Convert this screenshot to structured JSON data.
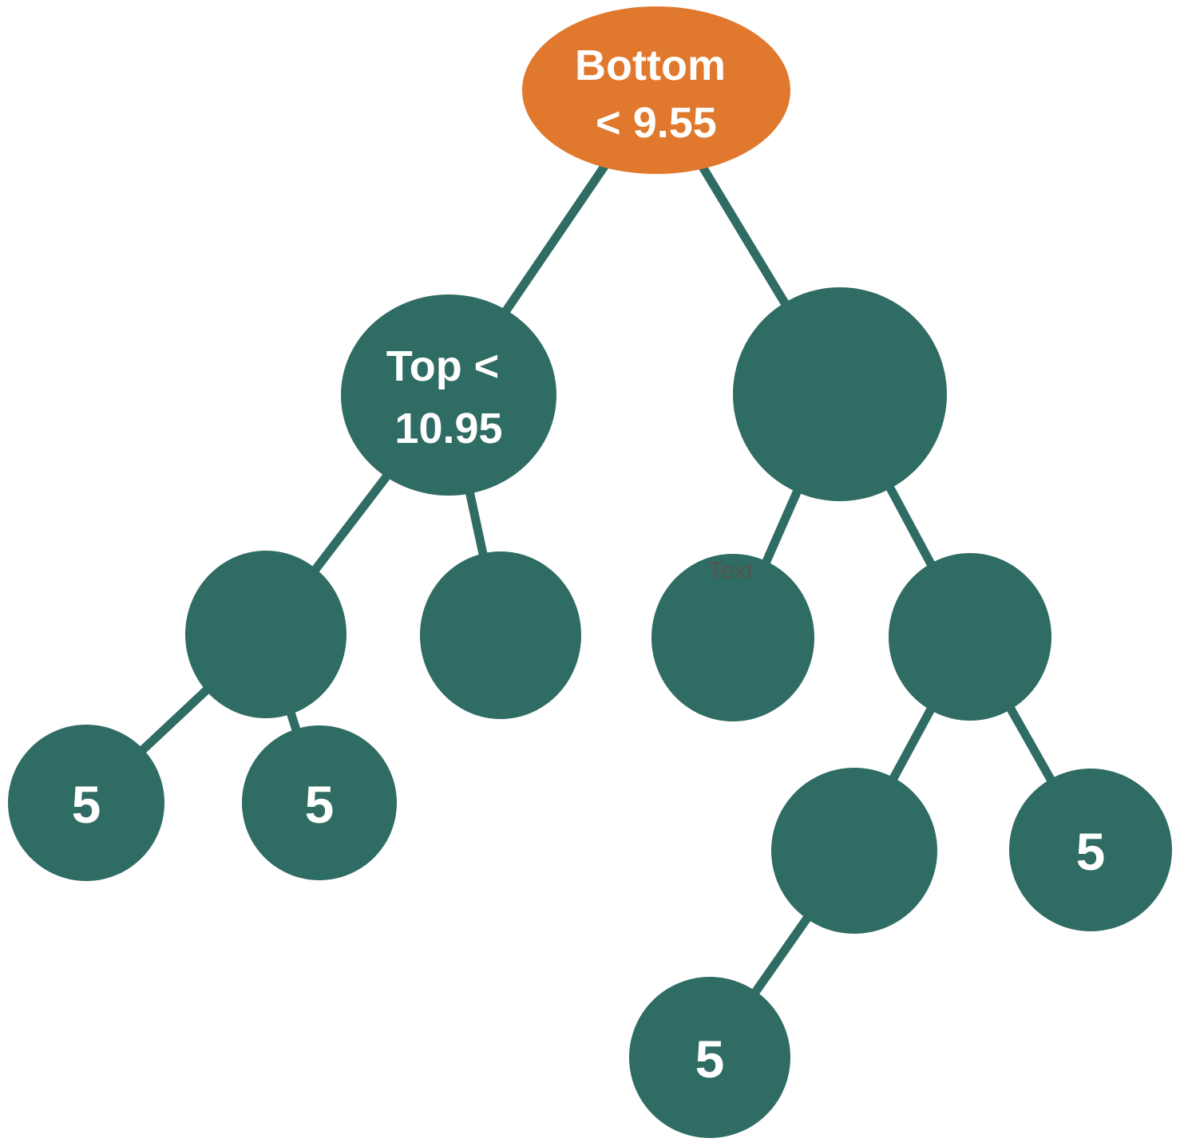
{
  "colors": {
    "background": "#ffffff",
    "root_node_fill": "#E0782D",
    "node_fill": "#2F6C63",
    "edge_color": "#2F6C63",
    "node_text_color": "#FFFFFF",
    "placeholder_text_color": "#5A524F"
  },
  "tree": {
    "type": "binary-decision-tree",
    "root": {
      "id": "root",
      "label": "Bottom < 9.55",
      "label_lines": [
        "Bottom",
        "< 9.55"
      ],
      "shape": "ellipse",
      "fill": "#E0782D",
      "children": [
        {
          "id": "left",
          "label": "Top < 10.95",
          "label_lines": [
            "Top <",
            "10.95"
          ],
          "children": [
            {
              "id": "left-left",
              "label": "",
              "children": [
                {
                  "id": "left-left-left",
                  "label": "5"
                },
                {
                  "id": "left-left-right",
                  "label": "5"
                }
              ]
            },
            {
              "id": "left-right",
              "label": ""
            }
          ]
        },
        {
          "id": "right",
          "label": "",
          "children": [
            {
              "id": "right-left",
              "label": "",
              "placeholder": "Text"
            },
            {
              "id": "right-right",
              "label": "",
              "children": [
                {
                  "id": "right-right-left",
                  "label": "",
                  "children": [
                    {
                      "id": "right-right-left-left",
                      "label": "5"
                    }
                  ]
                },
                {
                  "id": "right-right-right",
                  "label": "5"
                }
              ]
            }
          ]
        }
      ]
    }
  }
}
